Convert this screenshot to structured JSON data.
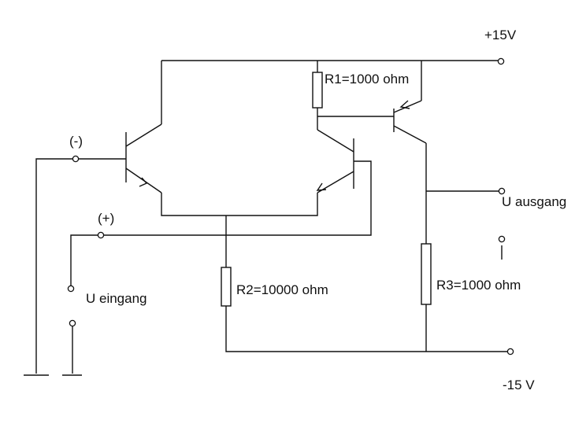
{
  "labels": {
    "supply_positive": "+15V",
    "supply_negative": "-15 V",
    "r1": "R1=1000 ohm",
    "r2": "R2=10000 ohm",
    "r3": "R3=1000 ohm",
    "output": "U ausgang",
    "input": "U eingang",
    "inverting": "(-)",
    "non_inverting": "(+)"
  }
}
